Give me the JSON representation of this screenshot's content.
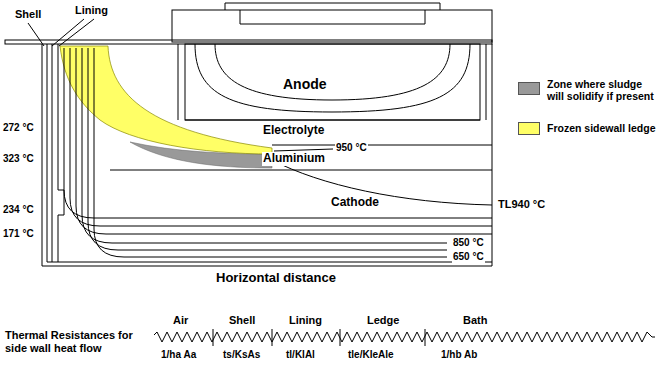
{
  "diagram": {
    "labels": [
      "Shell",
      "Lining",
      "Anode",
      "Electrolyte",
      "950 °C",
      "Aluminium",
      "Cathode",
      "TL940 °C",
      "272 °C",
      "323 °C",
      "234 °C",
      "171 °C",
      "850 °C",
      "650 °C",
      "Horizontal distance",
      "Thermal Resistances for side wall heat flow",
      "Air",
      "Shell",
      "Lining",
      "Ledge",
      "Bath",
      "1/ha Aa",
      "ts/KsAs",
      "tl/KlAl",
      "tle/KleAle",
      "1/hb Ab"
    ],
    "legend": [
      {
        "text": "Zone where sludge will solidify if present",
        "color": "#999999"
      },
      {
        "text": "Frozen sidewall ledge",
        "color": "#ffff66"
      }
    ]
  }
}
